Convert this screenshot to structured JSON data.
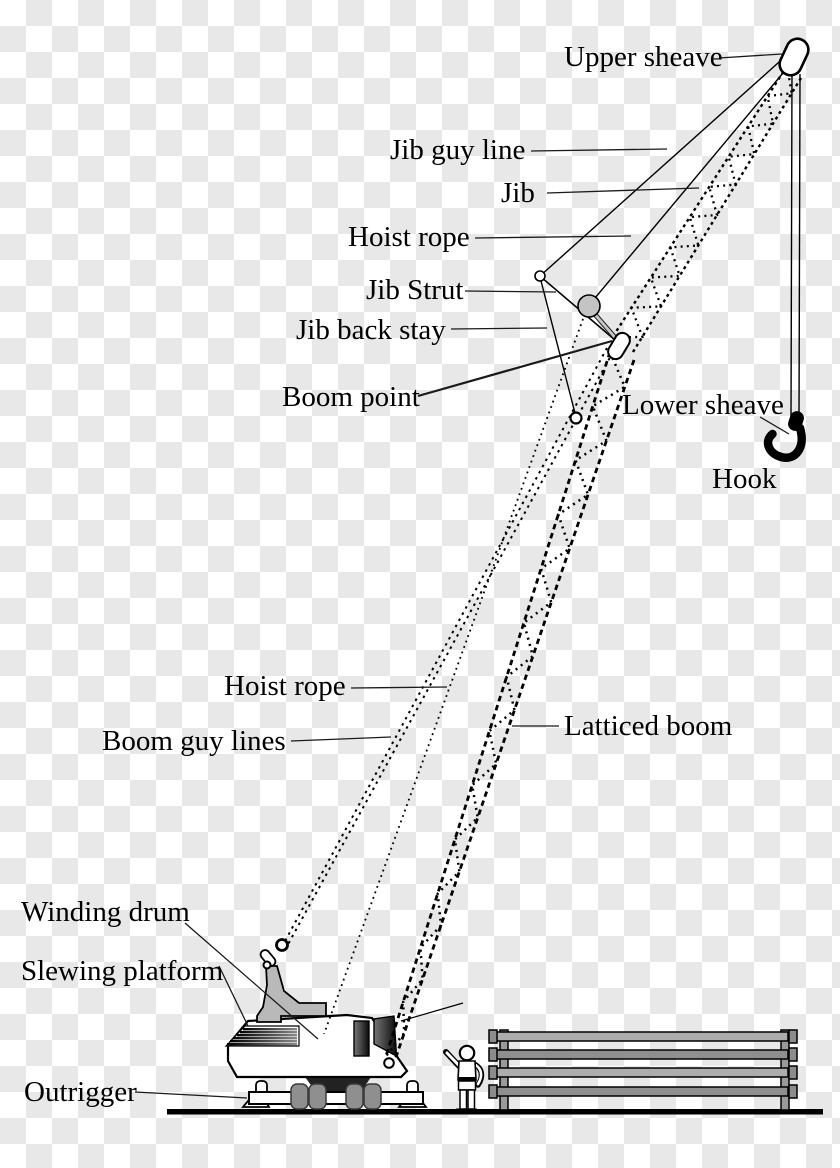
{
  "diagram": {
    "labels": [
      {
        "id": "upper-sheave",
        "text": "Upper sheave"
      },
      {
        "id": "jib-guy-line",
        "text": "Jib guy line"
      },
      {
        "id": "jib",
        "text": "Jib"
      },
      {
        "id": "hoist-rope-upper",
        "text": "Hoist rope"
      },
      {
        "id": "jib-strut",
        "text": "Jib Strut"
      },
      {
        "id": "jib-back-stay",
        "text": "Jib back stay"
      },
      {
        "id": "boom-point",
        "text": "Boom point"
      },
      {
        "id": "lower-sheave",
        "text": "Lower sheave"
      },
      {
        "id": "hook",
        "text": "Hook"
      },
      {
        "id": "hoist-rope-lower",
        "text": "Hoist rope"
      },
      {
        "id": "boom-guy-lines",
        "text": "Boom guy lines"
      },
      {
        "id": "latticed-boom",
        "text": "Latticed boom"
      },
      {
        "id": "winding-drum",
        "text": "Winding drum"
      },
      {
        "id": "slewing-platform",
        "text": "Slewing platform"
      },
      {
        "id": "outrigger",
        "text": "Outrigger"
      }
    ],
    "colors": {
      "ink": "#000000",
      "checker_light": "#e8e8e8",
      "checker_white": "#ffffff",
      "metal_gray": "#b9b9b9",
      "dark_gray": "#2b2b2b"
    }
  }
}
